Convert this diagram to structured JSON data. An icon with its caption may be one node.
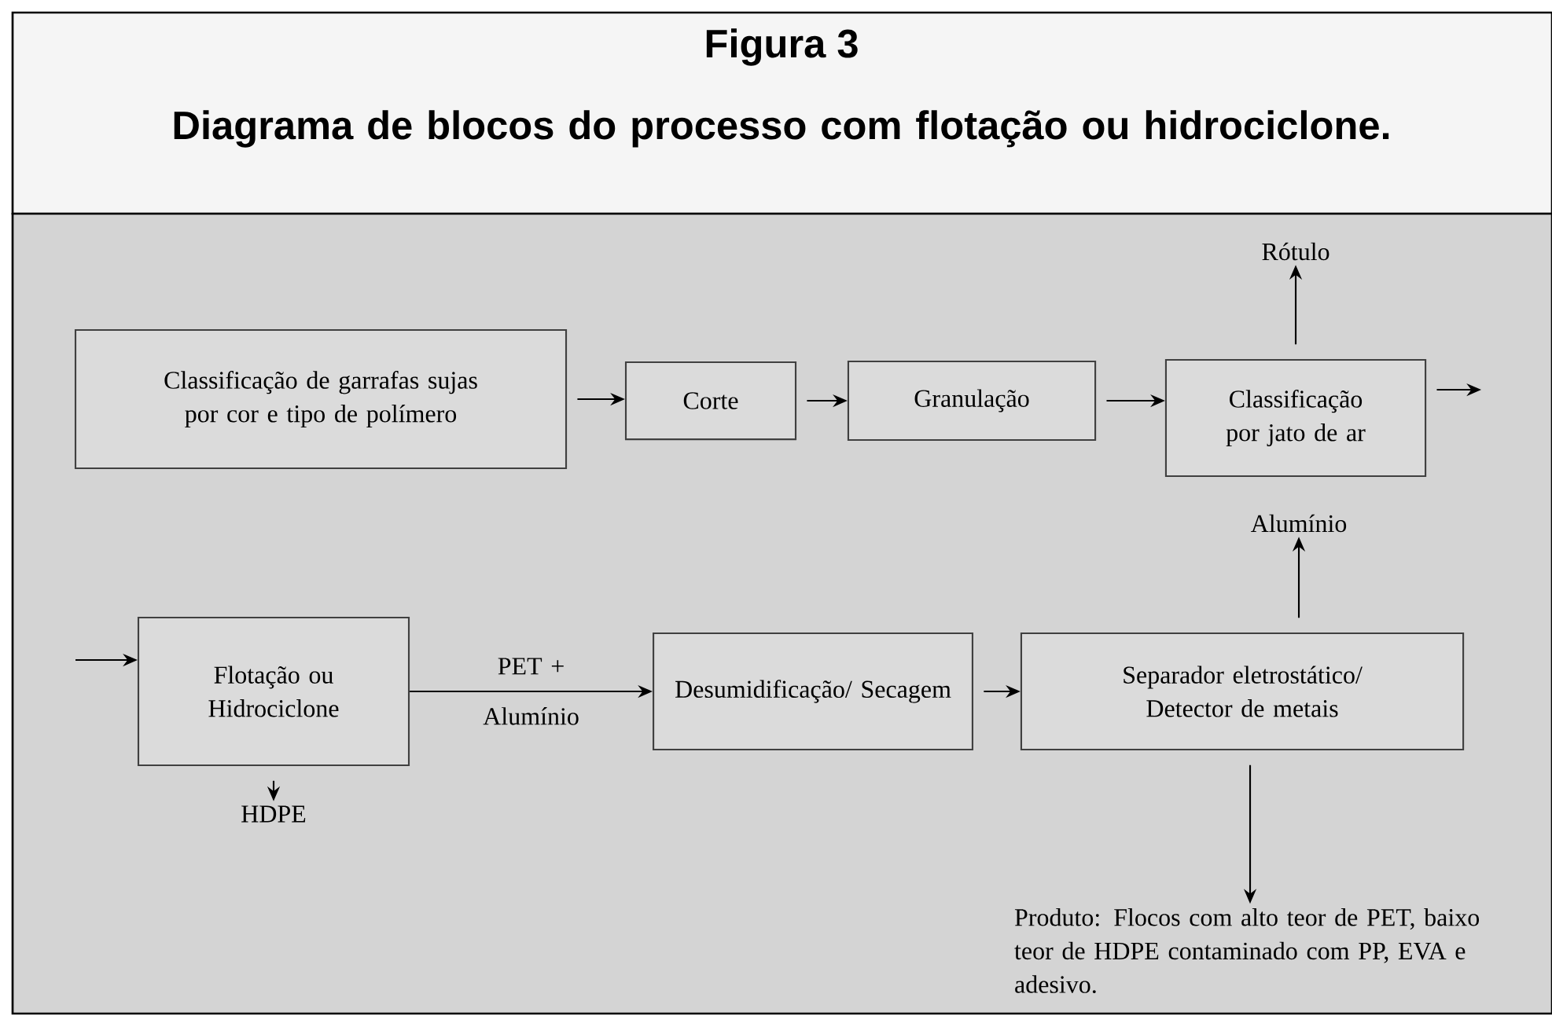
{
  "diagram": {
    "title": "Figura 3",
    "caption": "Diagrama de blocos do processo com flotação ou hidrociclone.",
    "nodes": [
      {
        "text": [
          "Classificação de garrafas sujas por cor e tipo de polímero"
        ]
      },
      {
        "text": [
          "Corte"
        ]
      },
      {
        "text": [
          "Granulação"
        ]
      },
      {
        "text": [
          "Classificação por jato de ar"
        ]
      },
      {
        "text": [
          "Rótulo"
        ]
      },
      {
        "text": [
          "Flotação ou Hidrociclone"
        ]
      },
      {
        "text": [
          "HDPE"
        ]
      },
      {
        "text": [
          "Desumidificação/ Secagem"
        ]
      },
      {
        "text": [
          "Alumínio"
        ]
      },
      {
        "text": [
          "Separador eletrostático/ Detector de metais"
        ]
      },
      {
        "text": [
          "Produto: Flocos com alto teor de PET, baixo teor de HDPE contaminado com PP, EVA e adesivo."
        ]
      }
    ],
    "edges": [
      {
        "from": 0,
        "to": 1,
        "arrow": "to"
      },
      {
        "from": 1,
        "to": 2,
        "arrow": "to"
      },
      {
        "from": 2,
        "to": 3,
        "arrow": "to"
      },
      {
        "from": 3,
        "to": 4,
        "arrow": "to"
      },
      {
        "from": 3,
        "to": null,
        "arrow": "to"
      },
      {
        "from": null,
        "to": 5,
        "arrow": "to"
      },
      {
        "from": 5,
        "to": 6,
        "arrow": "to"
      },
      {
        "from": 5,
        "to": 7,
        "arrow": "to",
        "label": "PET + Alumínio"
      },
      {
        "from": 7,
        "to": 9,
        "arrow": "to"
      },
      {
        "from": 9,
        "to": 8,
        "arrow": "to"
      },
      {
        "from": 9,
        "to": 10,
        "arrow": "to"
      }
    ]
  }
}
